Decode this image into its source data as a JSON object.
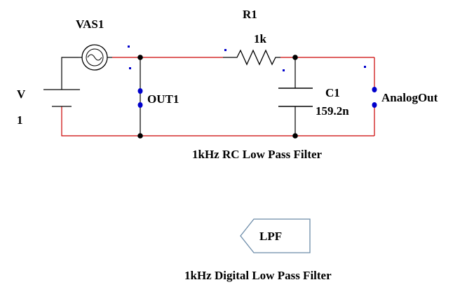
{
  "schematic": {
    "source": {
      "name": "VAS1"
    },
    "battery": {
      "name": "V",
      "value": "1"
    },
    "resistor": {
      "name": "R1",
      "value": "1k"
    },
    "capacitor": {
      "name": "C1",
      "value": "159.2n"
    },
    "probes": {
      "out1": "OUT1",
      "analog_out": "AnalogOut"
    },
    "rc_caption": "1kHz RC Low Pass Filter",
    "lpf_block": {
      "label": "LPF"
    },
    "digital_caption": "1kHz Digital Low Pass Filter",
    "colors": {
      "wire": "#cc0000",
      "component": "#000000",
      "pin_marker": "#0000cc",
      "node": "#000000"
    }
  }
}
